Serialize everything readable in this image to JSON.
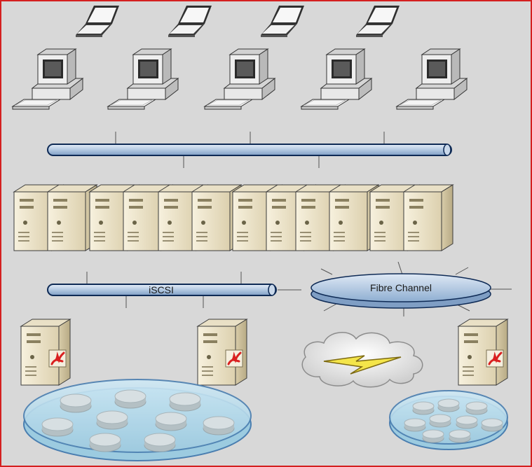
{
  "diagram": {
    "labels": {
      "iscsi": "iSCSI",
      "fibre_channel": "Fibre Channel"
    },
    "colors": {
      "border": "#d42020",
      "background": "#d8d8d8",
      "bus_fill": "#b9cde3",
      "bus_stroke": "#0e2a55",
      "server_body": "#efe6cf",
      "server_side": "#c9bd99",
      "monitor_body": "#e7e7e7",
      "disk_fill": "#c8d3d6",
      "tray_fill": "#b9dbeb",
      "tray_stroke": "#4a7eb0",
      "lightning": "#f4e54a",
      "hba_red": "#d92020"
    },
    "components": {
      "laptops": 4,
      "desktops": 5,
      "lan_servers": 12,
      "storage_servers": 3,
      "storage_pools": 2
    }
  }
}
